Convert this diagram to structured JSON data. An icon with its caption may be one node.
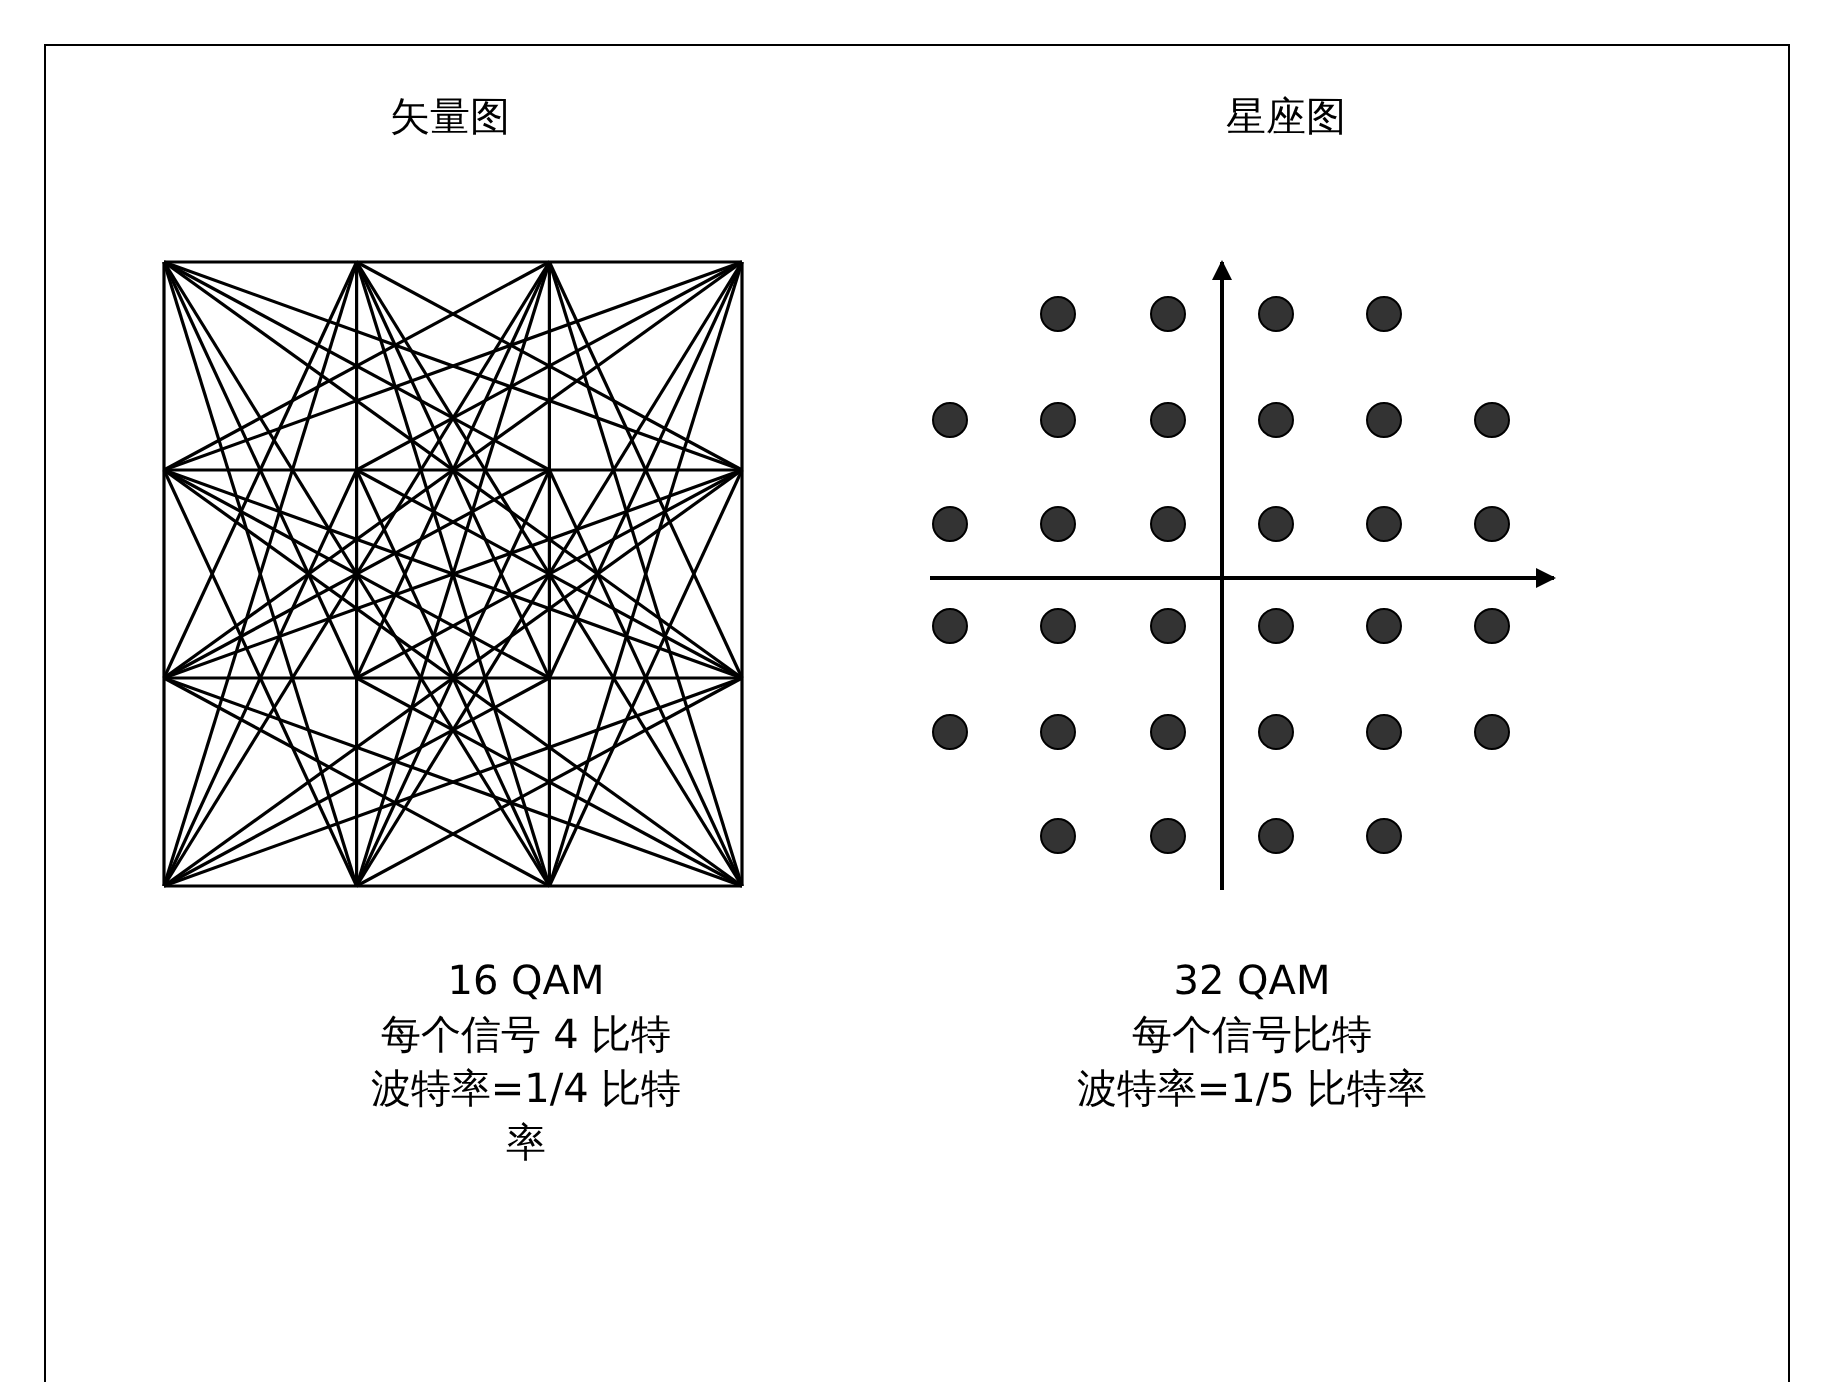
{
  "diagram": {
    "labels": [
      "矢量图",
      "星座图",
      "16 QAM",
      "每个信号 4 比特",
      "波特率=1/4 比特率",
      "32 QAM",
      "每个信号比特",
      "波特率=1/5 比特率"
    ]
  }
}
